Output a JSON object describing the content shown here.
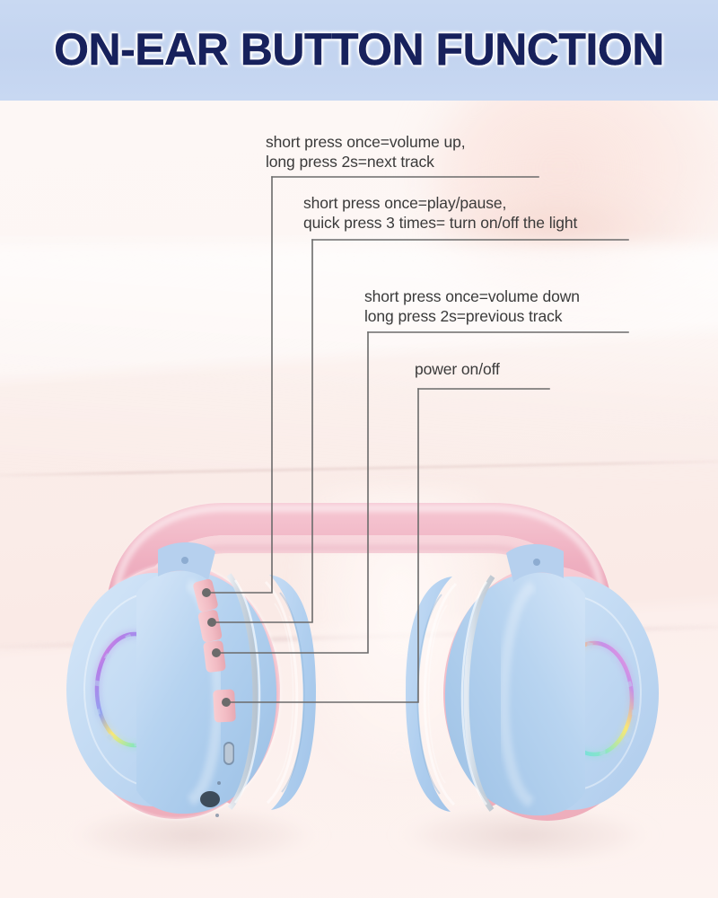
{
  "header": {
    "title": "ON-EAR BUTTON FUNCTION",
    "background_color": "#c5d6f0",
    "text_color": "#17215c"
  },
  "callouts": [
    {
      "id": "volume-up",
      "line1": "short press once=volume up,",
      "line2": "long press 2s=next track"
    },
    {
      "id": "play-pause",
      "line1": "short press once=play/pause,",
      "line2": "quick press 3 times= turn on/off the light"
    },
    {
      "id": "volume-down",
      "line1": "short press once=volume down",
      "line2": "long press 2s=previous track"
    },
    {
      "id": "power",
      "line1": "power on/off",
      "line2": ""
    }
  ],
  "product": {
    "type": "over-ear wireless headphones",
    "headband_color": "#efb6c4",
    "earcup_color": "#aecdee",
    "button_color": "#f3c4c9",
    "accent_ring_color": "#cfd6dc",
    "buttons": [
      {
        "name": "volume-up-button"
      },
      {
        "name": "play-pause-button"
      },
      {
        "name": "volume-down-button"
      },
      {
        "name": "power-button"
      }
    ],
    "ports": [
      {
        "name": "usb-c-port"
      },
      {
        "name": "microphone-pinhole"
      },
      {
        "name": "aux-3-5mm-jack"
      }
    ],
    "light_ring": {
      "name": "rgb-light-ring",
      "colors": [
        "#ff7ad9",
        "#b07ae8",
        "#ffe96b",
        "#6fe8c8",
        "#57d4f5"
      ]
    }
  }
}
